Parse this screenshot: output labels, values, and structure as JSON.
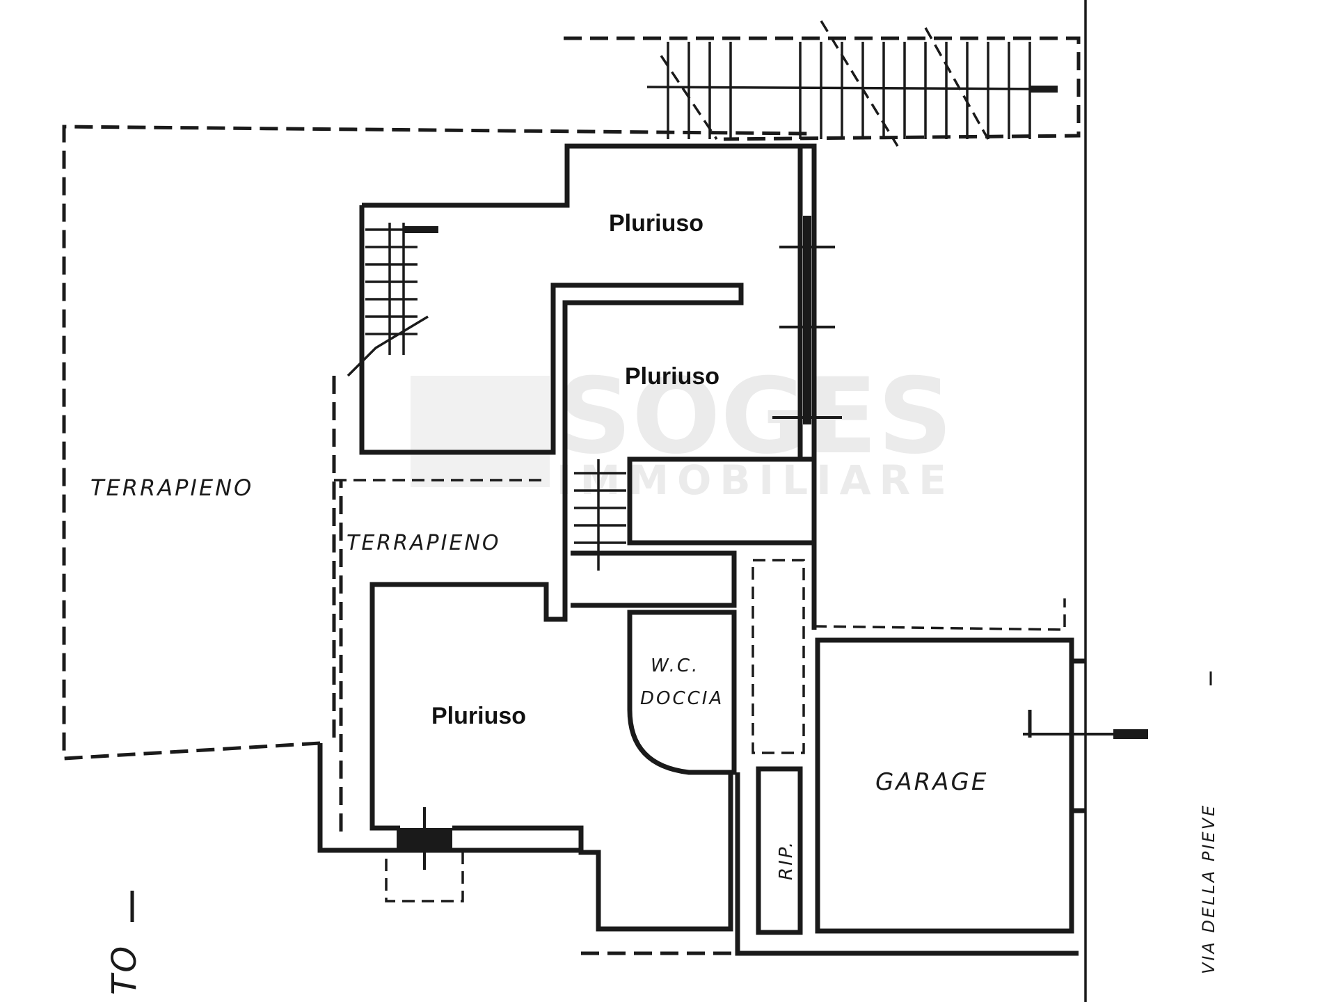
{
  "watermark": {
    "brand": "SOGES",
    "sub": "IMMOBILIARE"
  },
  "rooms": {
    "pluriuso_top": "Pluriuso",
    "pluriuso_mid": "Pluriuso",
    "pluriuso_bottom": "Pluriuso",
    "garage": "GARAGE",
    "wc_line1": "W.C.",
    "wc_line2": "DOCCIA",
    "rip": "RIP."
  },
  "areas": {
    "terrapieno_left": "TERRAPIENO",
    "terrapieno_center": "TERRAPIENO"
  },
  "street": {
    "name": "VIA DELLA PIEVE",
    "fragment_left": "TO"
  }
}
